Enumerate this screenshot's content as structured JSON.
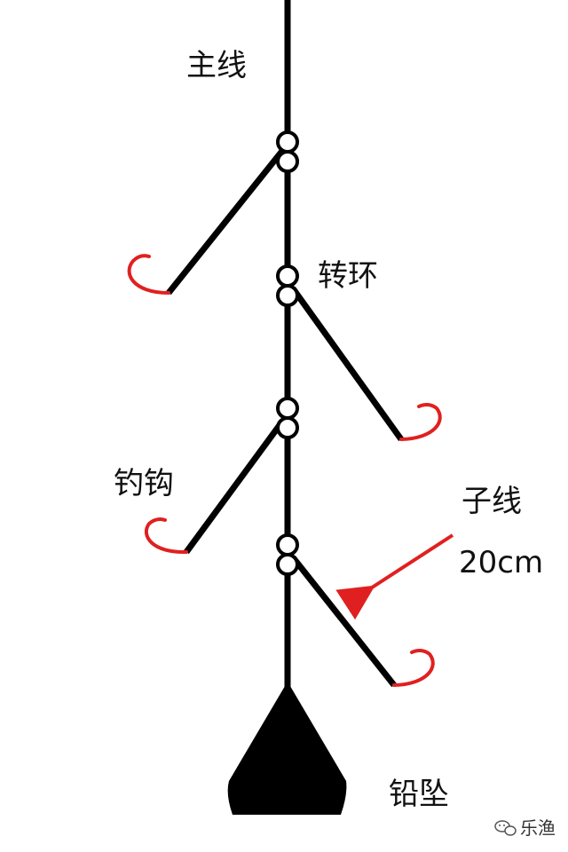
{
  "labels": {
    "main_line": "主线",
    "swivel": "转环",
    "hook": "钓钩",
    "branch_line": "子线",
    "branch_length": "20cm",
    "sinker": "铅坠"
  },
  "watermark": {
    "text": "乐渔",
    "icon": "chat-bubbles-icon"
  },
  "colors": {
    "line": "#000000",
    "hook": "#e02020",
    "arrow": "#e02020"
  }
}
